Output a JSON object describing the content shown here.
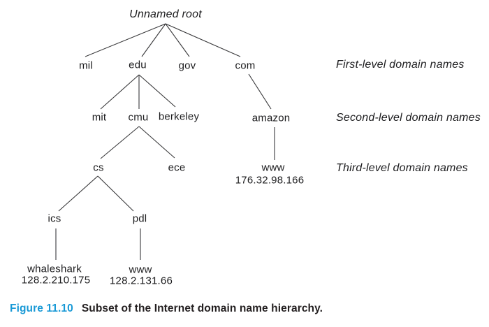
{
  "tree": {
    "root_label": "Unnamed root",
    "nodes": {
      "mil": "mil",
      "edu": "edu",
      "gov": "gov",
      "com": "com",
      "mit": "mit",
      "cmu": "cmu",
      "berkeley": "berkeley",
      "amazon": "amazon",
      "cs": "cs",
      "ece": "ece",
      "amazon_www": "www",
      "amazon_www_ip": "176.32.98.166",
      "ics": "ics",
      "pdl": "pdl",
      "whaleshark": "whaleshark",
      "whaleshark_ip": "128.2.210.175",
      "pdl_www": "www",
      "pdl_www_ip": "128.2.131.66"
    },
    "edges": [
      [
        "root",
        "mil"
      ],
      [
        "root",
        "edu"
      ],
      [
        "root",
        "gov"
      ],
      [
        "root",
        "com"
      ],
      [
        "edu",
        "mit"
      ],
      [
        "edu",
        "cmu"
      ],
      [
        "edu",
        "berkeley"
      ],
      [
        "com",
        "amazon"
      ],
      [
        "cmu",
        "cs"
      ],
      [
        "cmu",
        "ece"
      ],
      [
        "cs",
        "ics"
      ],
      [
        "cs",
        "pdl"
      ],
      [
        "amazon",
        "www"
      ],
      [
        "ics",
        "whaleshark"
      ],
      [
        "pdl",
        "www"
      ]
    ]
  },
  "level_labels": {
    "first": "First-level domain names",
    "second": "Second-level domain names",
    "third": "Third-level domain names"
  },
  "caption": {
    "figure_label": "Figure 11.10",
    "text": "Subset of the Internet domain name hierarchy.",
    "figure_label_color": "#1899d6"
  }
}
